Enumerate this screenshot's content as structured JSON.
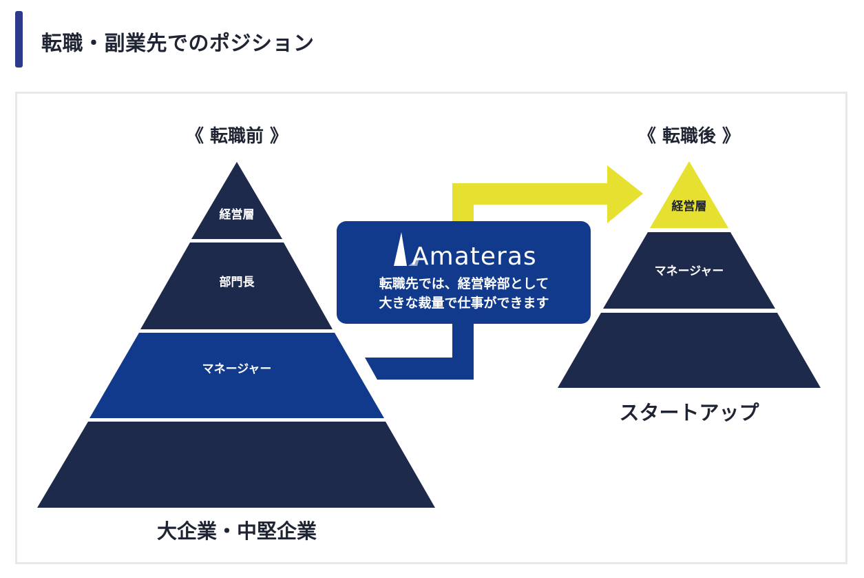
{
  "heading": {
    "title": "転職・副業先でのポジション"
  },
  "before": {
    "title": "《 転職前 》",
    "caption": "大企業・中堅企業",
    "tiers": {
      "top": "経営層",
      "second": "部門長",
      "third": "マネージャー"
    }
  },
  "after": {
    "title": "《 転職後 》",
    "caption": "スタートアップ",
    "tiers": {
      "top": "経営層",
      "second": "マネージャー"
    }
  },
  "callout": {
    "brand": "Amateras",
    "line1": "転職先では、経営幹部として",
    "line2": "大きな裁量で仕事ができます"
  },
  "colors": {
    "navy": "#1e2a4b",
    "blue": "#123a8c",
    "yellow": "#e6e030",
    "heading_bar": "#2d3a8c"
  }
}
